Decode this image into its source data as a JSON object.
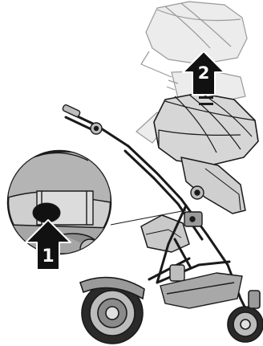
{
  "steps": [
    {
      "number": "1"
    },
    {
      "number": "2"
    }
  ],
  "colors": {
    "line": "#1a1a1a",
    "seat_fill": "#d8d8d8",
    "seat_fill_ghost": "#e9e9e9",
    "fabric_dark": "#8c8c8c",
    "arrow_fill": "#111111",
    "arrow_text": "#ffffff",
    "detail_circle_bg": "#cfcfcf"
  },
  "icons": [
    "stroller-icon",
    "seat-unit-raised-ghost",
    "detail-magnifier-circle",
    "up-arrow-step-1",
    "up-arrow-step-2"
  ]
}
